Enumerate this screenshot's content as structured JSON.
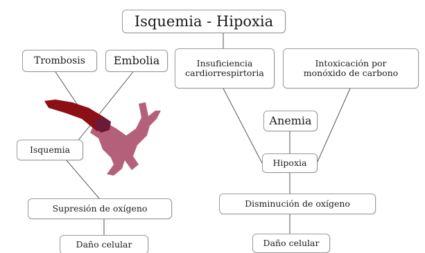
{
  "nodes": {
    "title": "Isquemia - Hipoxia",
    "trombosis": "Trombosis",
    "embolia": "Embolia",
    "insuficiencia": "Insuficiencia\ncardiorrespirtoria",
    "intoxicacion": "Intoxicación por\nmonóxido de carbono",
    "isquemia": "Isquemia",
    "anemia": "Anemia",
    "hipoxia": "Hipoxia",
    "supresion": "Supresión de oxígeno",
    "disminucion": "Disminución de oxígeno",
    "dano_left": "Daño celular",
    "dano_right": "Daño celular"
  },
  "colors": {
    "vessel_dark": "#8b0f14",
    "vessel_clot": "#6b1a3a",
    "vessel_branch": "#b5607a",
    "line": "#555555"
  }
}
